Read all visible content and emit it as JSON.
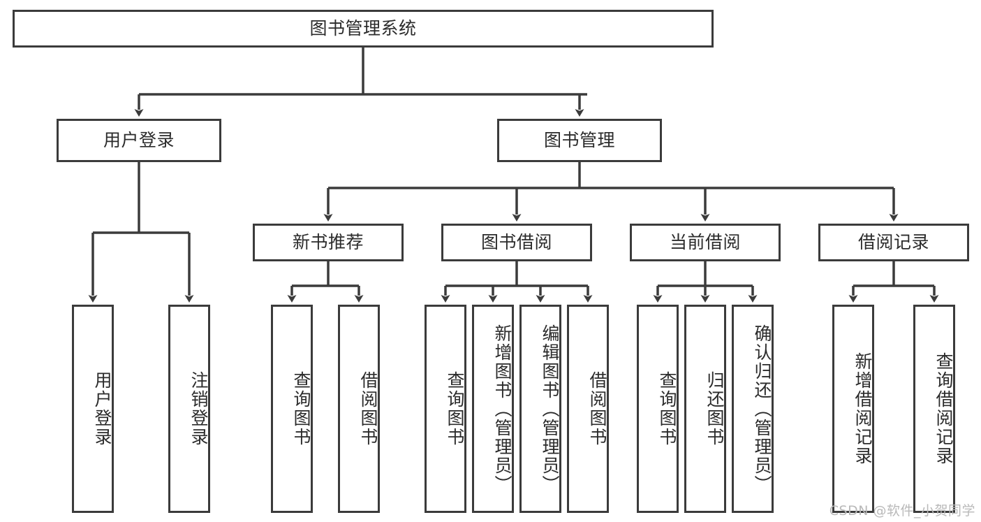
{
  "diagram": {
    "title": "图书管理系统",
    "type": "tree-hierarchy-chart",
    "watermark": "CSDN @软件_小贺同学",
    "colors": {
      "box_border": "#3b3b3b",
      "box_fill": "#ffffff",
      "connector": "#3b3b3b",
      "text": "#2b2b2b",
      "watermark": "#b9b9b9"
    },
    "root": {
      "label": "图书管理系统"
    },
    "level2": [
      {
        "label": "用户登录"
      },
      {
        "label": "图书管理"
      }
    ],
    "level3": [
      {
        "label": "新书推荐"
      },
      {
        "label": "图书借阅"
      },
      {
        "label": "当前借阅"
      },
      {
        "label": "借阅记录"
      }
    ],
    "leaves": {
      "user_login": [
        {
          "label": "用户登录"
        },
        {
          "label": "注销登录"
        }
      ],
      "new_book_recommend": [
        {
          "label": "查询图书"
        },
        {
          "label": "借阅图书"
        }
      ],
      "book_borrow": [
        {
          "label": "查询图书"
        },
        {
          "label": "新增图书（管理员）"
        },
        {
          "label": "编辑图书（管理员）"
        },
        {
          "label": "借阅图书"
        }
      ],
      "current_borrow": [
        {
          "label": "查询图书"
        },
        {
          "label": "归还图书"
        },
        {
          "label": "确认归还（管理员）"
        }
      ],
      "borrow_record": [
        {
          "label": "新增借阅记录"
        },
        {
          "label": "查询借阅记录"
        }
      ]
    }
  }
}
